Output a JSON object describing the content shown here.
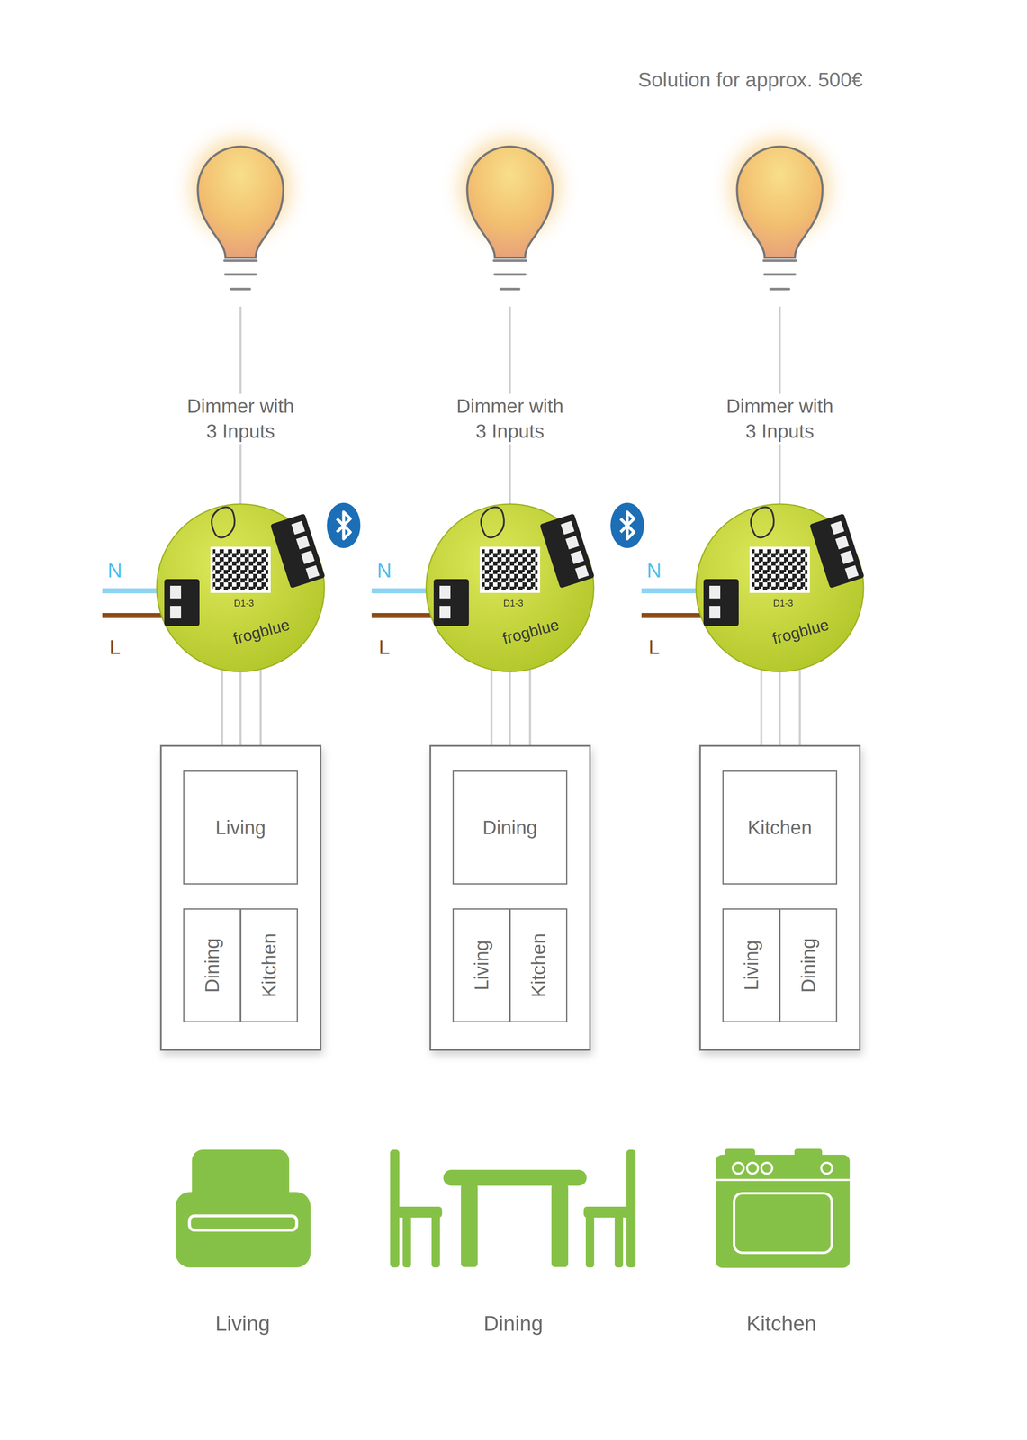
{
  "diagram": {
    "nodes": [
      {
        "text": [
          "Living"
        ]
      },
      {
        "text": [
          "Dining"
        ]
      },
      {
        "text": [
          "Kitchen"
        ]
      },
      {
        "text": [
          "Dining"
        ]
      },
      {
        "text": [
          "Living"
        ]
      },
      {
        "text": [
          "Kitchen"
        ]
      },
      {
        "text": [
          "Kitchen"
        ]
      },
      {
        "text": [
          "Living"
        ]
      },
      {
        "text": [
          "Dining"
        ]
      }
    ],
    "labels": [
      "Solution for approx. 500€",
      "Dimmer with 3 Inputs",
      "N",
      "L",
      "D1-3",
      "frogblue",
      "Dimmer with 3 Inputs",
      "N",
      "L",
      "D1-3",
      "frogblue",
      "Dimmer with 3 Inputs",
      "N",
      "L",
      "D1-3",
      "frogblue",
      "Living",
      "Dining",
      "Kitchen"
    ]
  }
}
